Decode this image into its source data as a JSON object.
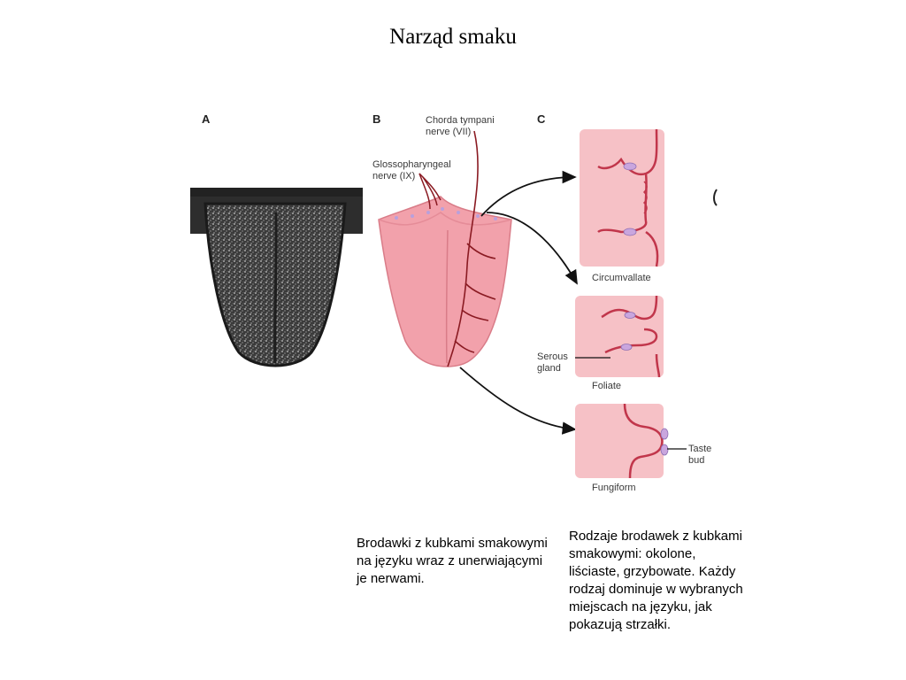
{
  "slide": {
    "title": "Narząd smaku"
  },
  "figure": {
    "panel_a": "A",
    "panel_b": "B",
    "panel_c": "C",
    "labels": {
      "chorda_line1": "Chorda tympani",
      "chorda_line2": "nerve (VII)",
      "glosso_line1": "Glossopharyngeal",
      "glosso_line2": "nerve (IX)",
      "circumvallate": "Circumvallate",
      "serous_line1": "Serous",
      "serous_line2": "gland",
      "foliate": "Foliate",
      "taste_line1": "Taste",
      "taste_line2": "bud",
      "fungiform": "Fungiform"
    },
    "colors": {
      "tongue_pink": "#f2a1ab",
      "tissue_pink": "#f6c1c6",
      "tissue_outline": "#c1364b",
      "nerve": "#8a1a22",
      "taste_bud": "#c9a6de",
      "photo_dark": "#2a2a2a"
    }
  },
  "captions": {
    "left": "Brodawki z kubkami smakowymi na języku wraz z unerwiającymi je nerwami.",
    "right": "Rodzaje brodawek z kubkami smakowymi: okolone,  liściaste, grzybowate. Każdy rodzaj dominuje w wybranych miejscach na języku, jak pokazują strzałki."
  }
}
